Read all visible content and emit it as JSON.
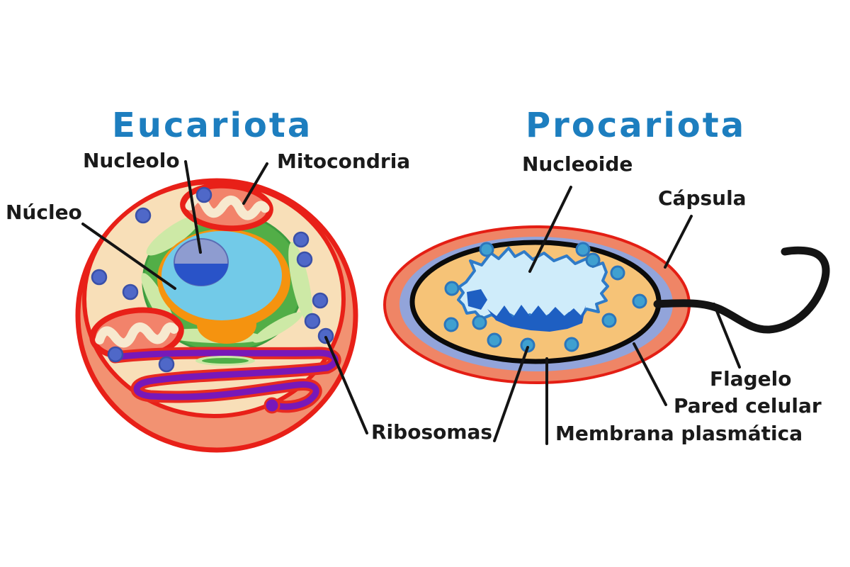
{
  "titles": {
    "eukaryote": "Eucariota",
    "prokaryote": "Procariota"
  },
  "labels": {
    "nucleolo": "Nucleolo",
    "mitocondria": "Mitocondria",
    "nucleo": "Núcleo",
    "ribosomas": "Ribosomas",
    "nucleoide": "Nucleoide",
    "capsula": "Cápsula",
    "flagelo": "Flagelo",
    "pared_celular": "Pared celular",
    "membrana_plasmatica": "Membrana plasmática"
  },
  "palette": {
    "title_blue": "#1d7ebf",
    "label_black": "#1a1a1a",
    "membrane_red": "#e82018",
    "cytoplasm_peach": "#f8dfb8",
    "cytoplasm_side_salmon": "#f29272",
    "er_green": "#52ae47",
    "er_light_green": "#cde9a6",
    "nucleus_blue": "#72cae8",
    "nucleus_ring_orange": "#f5930f",
    "nucleolus_slate": "#8e9cd0",
    "nucleolus_dark_blue": "#2953c8",
    "mitochondria_border_red": "#e82018",
    "mitochondria_fill": "#f2836b",
    "mitochondria_cristae_cream": "#f7e9cf",
    "golgi_purple": "#7818b8",
    "golgi_outline_red": "#e82a20",
    "capsule_salmon": "#ef8566",
    "cell_wall_periwinkle": "#92a4da",
    "plasma_membrane_black": "#0b0b0b",
    "prokaryote_cytoplasm_orange": "#f6c377",
    "nucleoid_light_blue": "#cfecfa",
    "nucleoid_border_blue": "#2f7bc8",
    "nucleoid_dark_blue": "#1e5fc2",
    "ribosome_dot_eukaryote": "#4f68c8",
    "ribosome_dot_prokaryote": "#3fa0d0",
    "flagellum_black": "#141414"
  }
}
